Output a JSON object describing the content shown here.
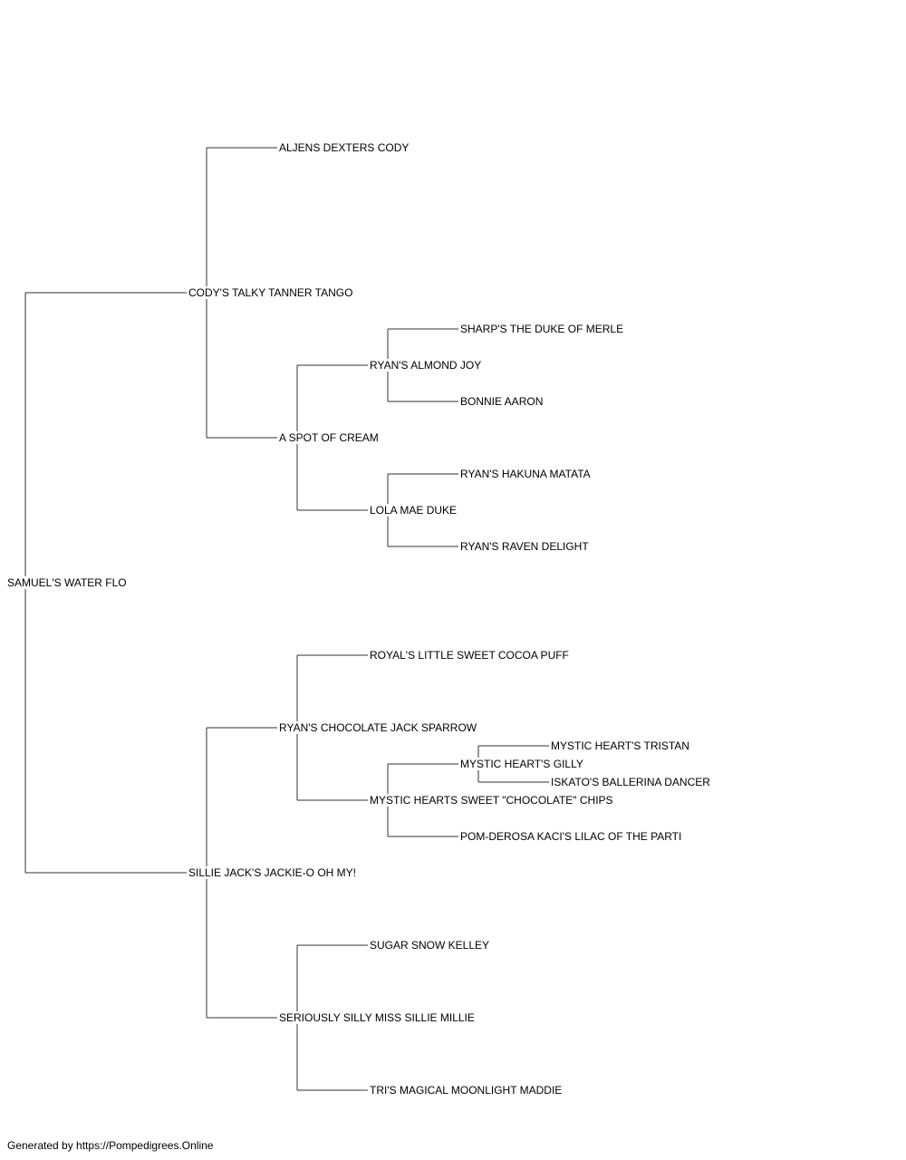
{
  "pedigree": {
    "name": "SAMUEL'S WATER FLO",
    "sire": {
      "name": "CODY'S TALKY TANNER TANGO",
      "sire": {
        "name": "ALJENS DEXTERS CODY"
      },
      "dam": {
        "name": "A SPOT OF CREAM",
        "sire": {
          "name": "RYAN'S ALMOND JOY",
          "sire": {
            "name": "SHARP'S THE DUKE OF MERLE"
          },
          "dam": {
            "name": "BONNIE AARON"
          }
        },
        "dam": {
          "name": "LOLA MAE DUKE",
          "sire": {
            "name": "RYAN'S HAKUNA MATATA"
          },
          "dam": {
            "name": "RYAN'S RAVEN DELIGHT"
          }
        }
      }
    },
    "dam": {
      "name": "SILLIE JACK'S JACKIE-O OH MY!",
      "sire": {
        "name": "RYAN'S CHOCOLATE JACK SPARROW",
        "sire": {
          "name": "ROYAL'S LITTLE SWEET COCOA PUFF"
        },
        "dam": {
          "name": "MYSTIC HEARTS SWEET \"CHOCOLATE\" CHIPS",
          "sire": {
            "name": "MYSTIC HEART'S GILLY",
            "sire": {
              "name": "MYSTIC HEART'S TRISTAN"
            },
            "dam": {
              "name": "ISKATO'S BALLERINA DANCER"
            }
          },
          "dam": {
            "name": "POM-DEROSA KACI'S LILAC OF THE PARTI"
          }
        }
      },
      "dam": {
        "name": "SERIOUSLY SILLY MISS SILLIE MILLIE",
        "sire": {
          "name": "SUGAR SNOW KELLEY"
        },
        "dam": {
          "name": "TRI'S MAGICAL MOONLIGHT MADDIE"
        }
      }
    }
  },
  "footer": "Generated by https://Pompedigrees.Online",
  "colors": {
    "line": "#333333",
    "text": "#000000",
    "background": "#ffffff"
  }
}
